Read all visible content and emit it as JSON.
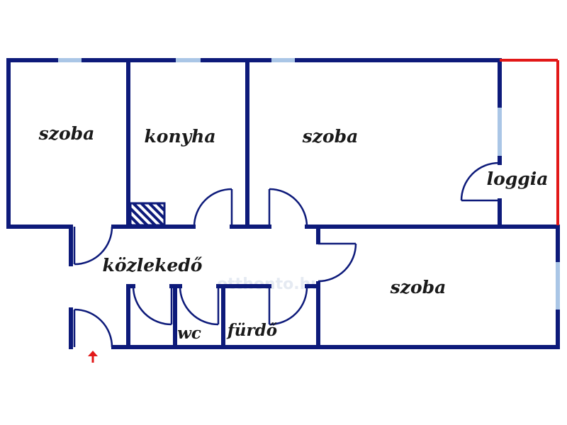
{
  "rooms": {
    "szoba_left": "szoba",
    "konyha": "konyha",
    "szoba_center": "szoba",
    "loggia": "loggia",
    "kozlekedo": "közlekedő",
    "szoba_right": "szoba",
    "wc": "wc",
    "furdo": "fürdő"
  },
  "watermark": "otthonto.hu",
  "colors": {
    "wall": "#0d1a7a",
    "window": "#aac6e6",
    "loggia_rail": "#e21818",
    "entrance_arrow": "#e21818",
    "hatch": "#0d1a7a"
  },
  "icons": {
    "entrance": "entrance-arrow-icon",
    "chimney": "chimney-hatch"
  }
}
